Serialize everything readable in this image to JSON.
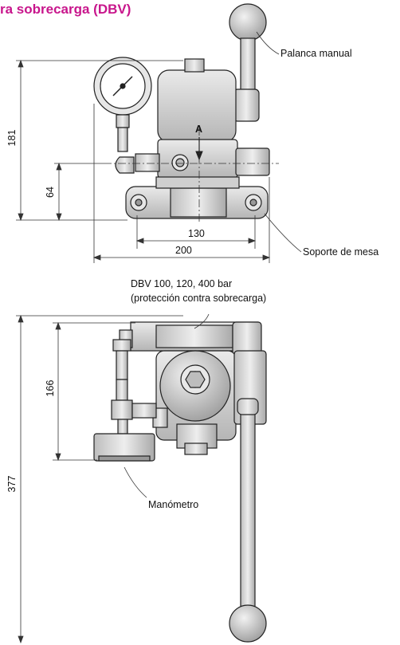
{
  "title": "ra sobrecarga (DBV)",
  "labels": {
    "palanca": "Palanca manual",
    "soporte": "Soporte de mesa",
    "dbv_line1": "DBV 100, 120, 400 bar",
    "dbv_line2": "(protección contra sobrecarga)",
    "manometro": "Manómetro",
    "section_a": "A"
  },
  "dimensions": {
    "d181": "181",
    "d64": "64",
    "d130": "130",
    "d200": "200",
    "d166": "166",
    "d377": "377"
  },
  "colors": {
    "title": "#c8168c",
    "body_fill": "#d9d9d9",
    "line": "#222222"
  }
}
